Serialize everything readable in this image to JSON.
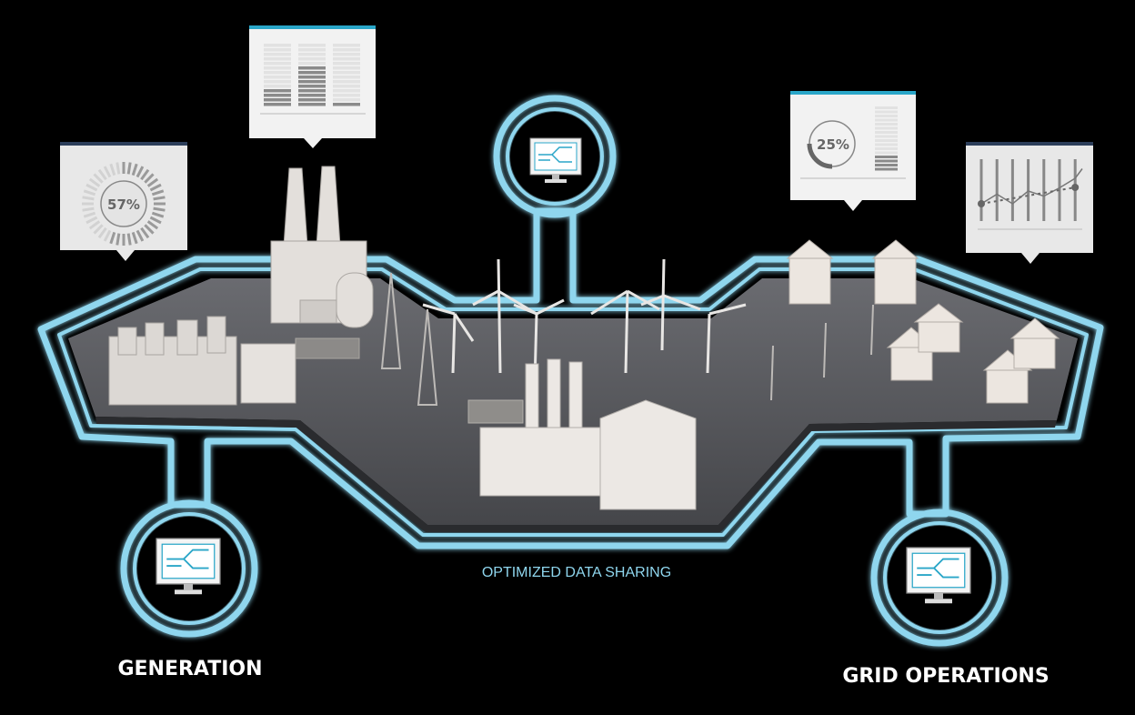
{
  "labels": {
    "generation": "GENERATION",
    "grid_operations": "GRID OPERATIONS",
    "data_sharing": "OPTIMIZED DATA SHARING"
  },
  "cards": {
    "generation_gauge": {
      "value_text": "57%",
      "value": 57
    },
    "generation_bars": {
      "bar_levels": [
        0.3,
        0.7,
        0.1
      ]
    },
    "grid_gauge": {
      "value_text": "25%",
      "value": 25,
      "bar_level": 0.25
    },
    "grid_line_chart": {
      "points": [
        0.3,
        0.45,
        0.3,
        0.5,
        0.42,
        0.55,
        0.7
      ]
    }
  },
  "colors": {
    "accent": "#8fd6ee",
    "card": "#f2f2f2",
    "card_header_blue": "#2aa6c8",
    "card_header_navy": "#2c3e5a",
    "platform": "#5e5f63"
  }
}
